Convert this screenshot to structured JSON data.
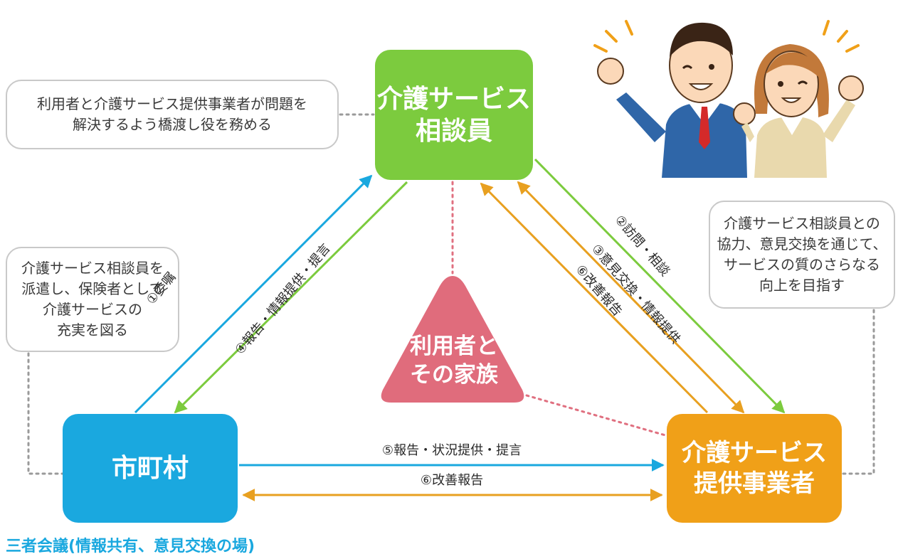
{
  "boxes": {
    "consultant": "介護サービス\n相談員",
    "municipality": "市町村",
    "provider": "介護サービス\n提供事業者",
    "user": "利用者と\nその家族"
  },
  "notes": {
    "consultant": "利用者と介護サービス提供事業者が問題を\n解決するよう橋渡し役を務める",
    "municipality": "介護サービス相談員を\n派遣し、保険者として\n介護サービスの\n充実を図る",
    "provider": "介護サービス相談員との\n協力、意見交換を通じて、\nサービスの質のさらなる\n向上を目指す"
  },
  "arrows": {
    "commission": "①委嘱",
    "report": "④報告・情報提供・提言",
    "visit": "②訪問・相談",
    "exchange": "③意見交換・情報提供",
    "improve_diag": "⑥改善報告",
    "status": "⑤報告・状況提供・提言",
    "improve_h": "⑥改善報告"
  },
  "caption": "三者会議(情報共有、意見交換の場)",
  "colors": {
    "consultant": "#7ccb3e",
    "municipality": "#1aa8df",
    "provider": "#f0a018",
    "user": "#e06c7c",
    "dotted": "#9a9a9a",
    "dotted_user": "#e07080"
  },
  "illustration": {
    "icon": "cheering-businesspeople-illustration"
  }
}
